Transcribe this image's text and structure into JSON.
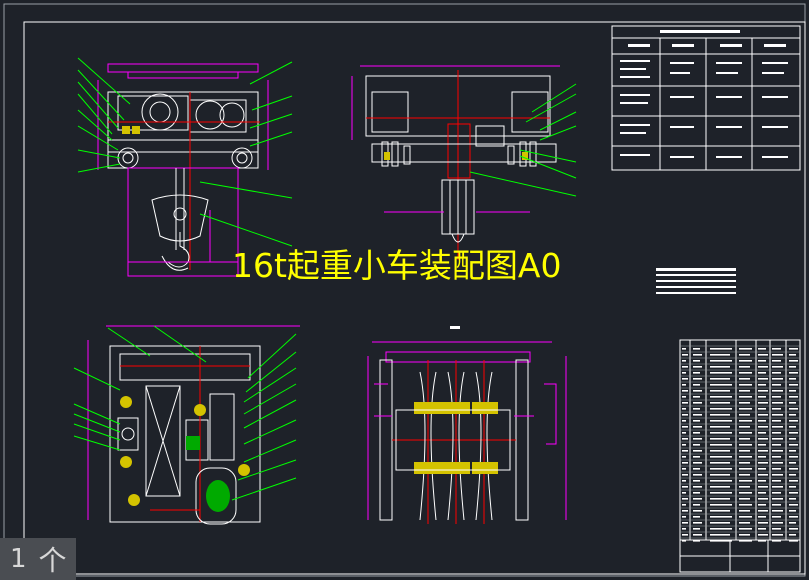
{
  "drawing": {
    "title": "16t起重小车装配图A0"
  },
  "page_counter": {
    "page": "1",
    "arrow": "个"
  },
  "colors": {
    "background": "#1e2229",
    "title": "#ffff00",
    "frame": "#ffffff",
    "dimension": "#ff00ff",
    "centerline": "#ff0000",
    "leader": "#00ff00",
    "part_fill": "#d4c300"
  }
}
